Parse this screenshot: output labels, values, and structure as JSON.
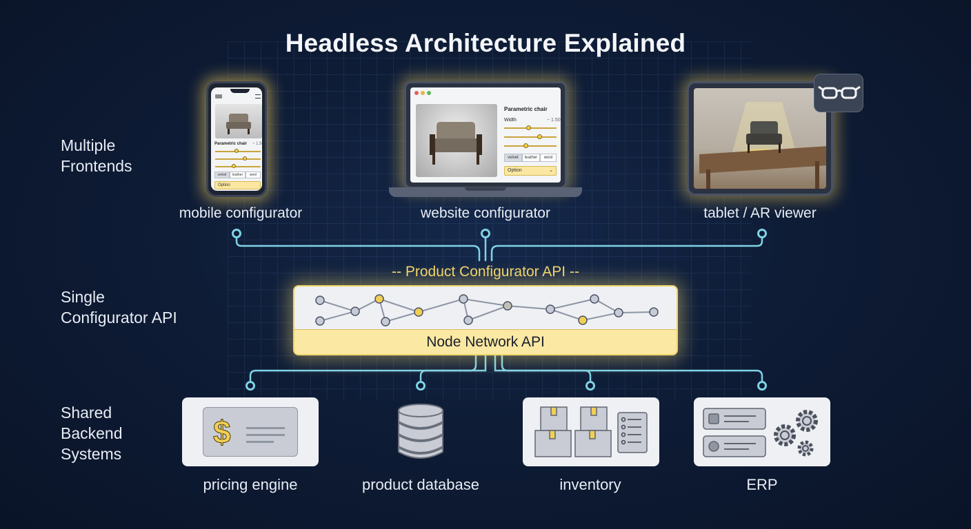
{
  "title": "Headless Architecture Explained",
  "tiers": {
    "frontends": [
      "Multiple",
      "Frontends"
    ],
    "api": [
      "Single",
      "Configurator API"
    ],
    "backend": [
      "Shared",
      "Backend",
      "Systems"
    ]
  },
  "frontends": [
    {
      "label": "mobile configurator"
    },
    {
      "label": "website configurator"
    },
    {
      "label": "tablet / AR viewer"
    }
  ],
  "mock_ui": {
    "product_title": "Parametric chair",
    "width_label": "Width",
    "width_value": "~ 1.50",
    "materials": [
      "velvet",
      "leather",
      "wool"
    ],
    "option_label": "Option"
  },
  "api": {
    "caption": "-- Product Configurator API --",
    "box_label": "Node Network API"
  },
  "backend": [
    {
      "label": "pricing engine"
    },
    {
      "label": "product database"
    },
    {
      "label": "inventory"
    },
    {
      "label": "ERP"
    }
  ],
  "colors": {
    "background": "#0b1526",
    "accent_yellow": "#f1d56a",
    "connector_cyan": "#7fd3e6"
  }
}
